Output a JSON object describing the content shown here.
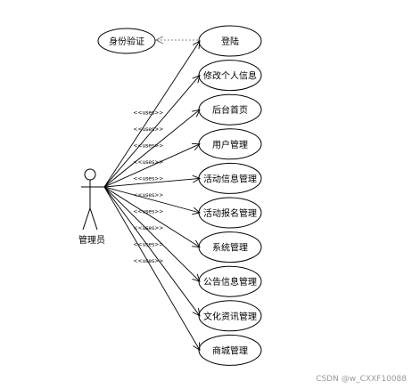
{
  "actor": {
    "name": "管理员"
  },
  "include_case": {
    "label": "身份验证"
  },
  "use_cases": [
    {
      "label": "登陆"
    },
    {
      "label": "修改个人信息"
    },
    {
      "label": "后台首页"
    },
    {
      "label": "用户管理"
    },
    {
      "label": "活动信息管理"
    },
    {
      "label": "活动报名管理"
    },
    {
      "label": "系统管理"
    },
    {
      "label": "公告信息管理"
    },
    {
      "label": "文化资讯管理"
    },
    {
      "label": "商城管理"
    }
  ],
  "stereotype": "<<uses>>",
  "watermark": "CSDN @w_CXXF10088"
}
